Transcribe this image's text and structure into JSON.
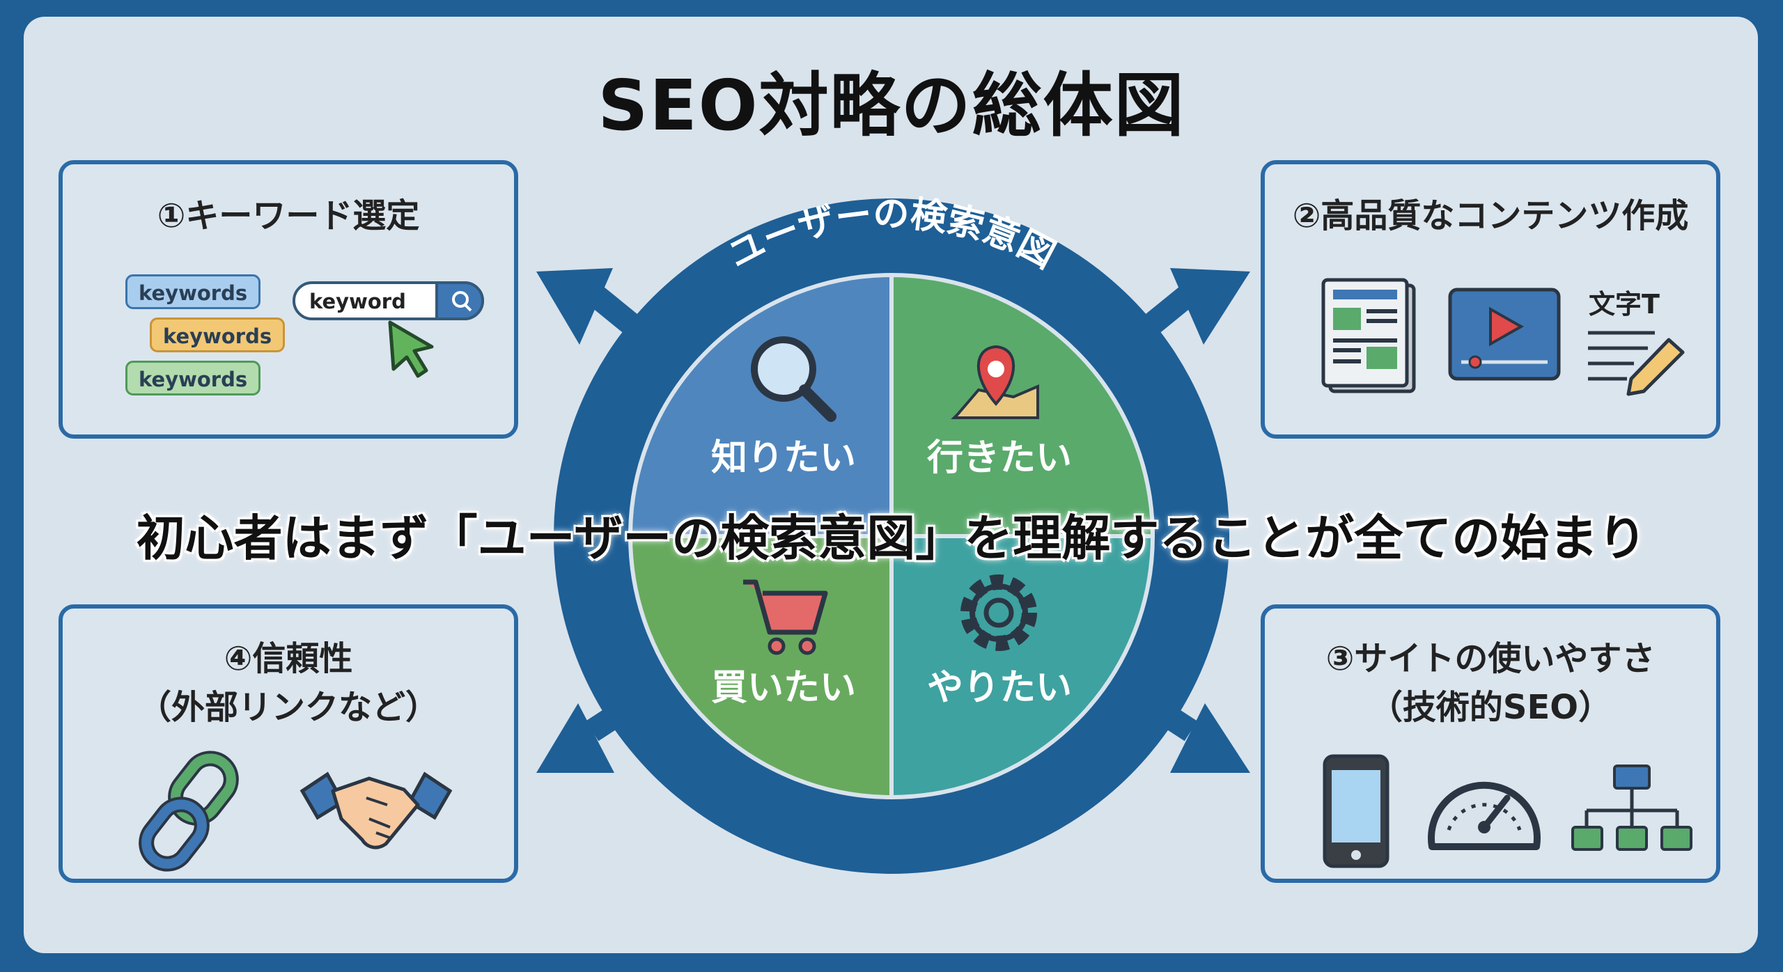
{
  "title": "SEO対略の総体図",
  "center": {
    "arc_label": "ユーザーの検索意図",
    "quadrants": [
      {
        "label": "知りたい",
        "icon": "magnifier-icon",
        "color": "#4f86be"
      },
      {
        "label": "行きたい",
        "icon": "map-pin-icon",
        "color": "#5aaa6c"
      },
      {
        "label": "買いたい",
        "icon": "shopping-cart-icon",
        "color": "#67aa5e"
      },
      {
        "label": "やりたい",
        "icon": "gear-icon",
        "color": "#3ea2a0"
      }
    ]
  },
  "overlay": "初心者はまず「ユーザーの検索意図」を理解することが全ての始まり",
  "cards": {
    "keyword": {
      "title": "①キーワード選定",
      "tags": [
        "keywords",
        "keywords",
        "keywords"
      ],
      "search_text": "keyword"
    },
    "content": {
      "title": "②高品質なコンテンツ作成",
      "text_icon_label": "文字T"
    },
    "usability": {
      "title": "③サイトの使いやすさ",
      "subtitle": "（技術的SEO）"
    },
    "trust": {
      "title": "④信頼性",
      "subtitle": "（外部リンクなど）"
    }
  },
  "colors": {
    "frame": "#1f5f95",
    "ring": "#1e5f96",
    "background": "#d9e3ec"
  }
}
